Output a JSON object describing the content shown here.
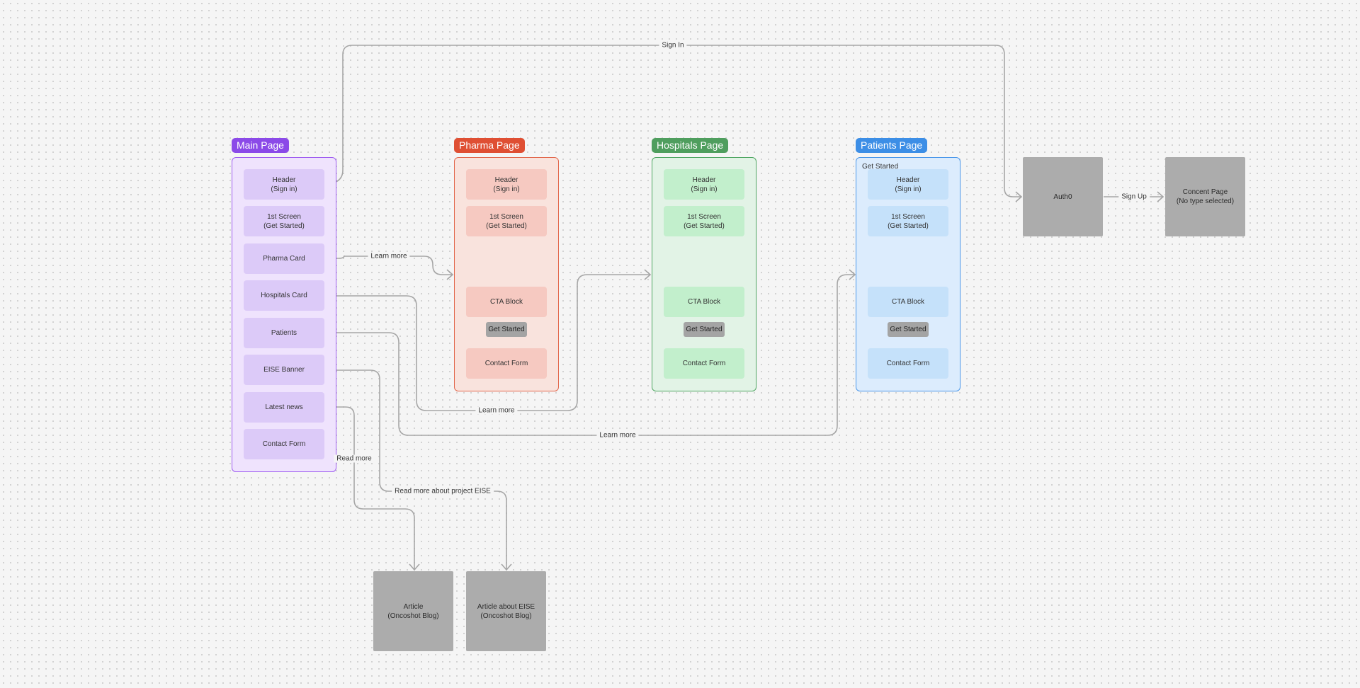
{
  "colors": {
    "main": "#8b4ae8",
    "pharma": "#df4f33",
    "hospitals": "#4f9e5e",
    "patients": "#3c8ee6",
    "gray_node": "#acacac",
    "connector": "#a6a6a6"
  },
  "main_page": {
    "title": "Main Page",
    "blocks": [
      "Header\n(Sign in)",
      "1st Screen\n(Get Started)",
      "Pharma Card",
      "Hospitals Card",
      "Patients",
      "EISE Banner",
      "Latest news",
      "Contact Form"
    ]
  },
  "pharma_page": {
    "title": "Pharma Page",
    "header": "Header\n(Sign in)",
    "first_screen": "1st Screen\n(Get Started)",
    "cta": "CTA Block",
    "get_started": "Get Started",
    "contact": "Contact Form"
  },
  "hospitals_page": {
    "title": "Hospitals Page",
    "header": "Header\n(Sign in)",
    "first_screen": "1st Screen\n(Get Started)",
    "cta": "CTA Block",
    "get_started": "Get Started",
    "contact": "Contact Form"
  },
  "patients_page": {
    "title": "Patients Page",
    "note": "Get Started",
    "header": "Header\n(Sign in)",
    "first_screen": "1st Screen\n(Get Started)",
    "cta": "CTA Block",
    "get_started": "Get Started",
    "contact": "Contact Form"
  },
  "nodes": {
    "auth0": "Auth0",
    "concent_page": "Concent Page\n(No type selected)",
    "article": "Article\n(Oncoshot Blog)",
    "article_eise": "Article about EISE\n(Oncoshot Blog)"
  },
  "edge_labels": {
    "sign_in": "Sign In",
    "sign_up": "Sign Up",
    "learn_more_pharma": "Learn more",
    "learn_more_hospitals": "Learn more",
    "learn_more_patients": "Learn more",
    "read_more": "Read more",
    "read_more_eise": "Read more about project EISE"
  }
}
